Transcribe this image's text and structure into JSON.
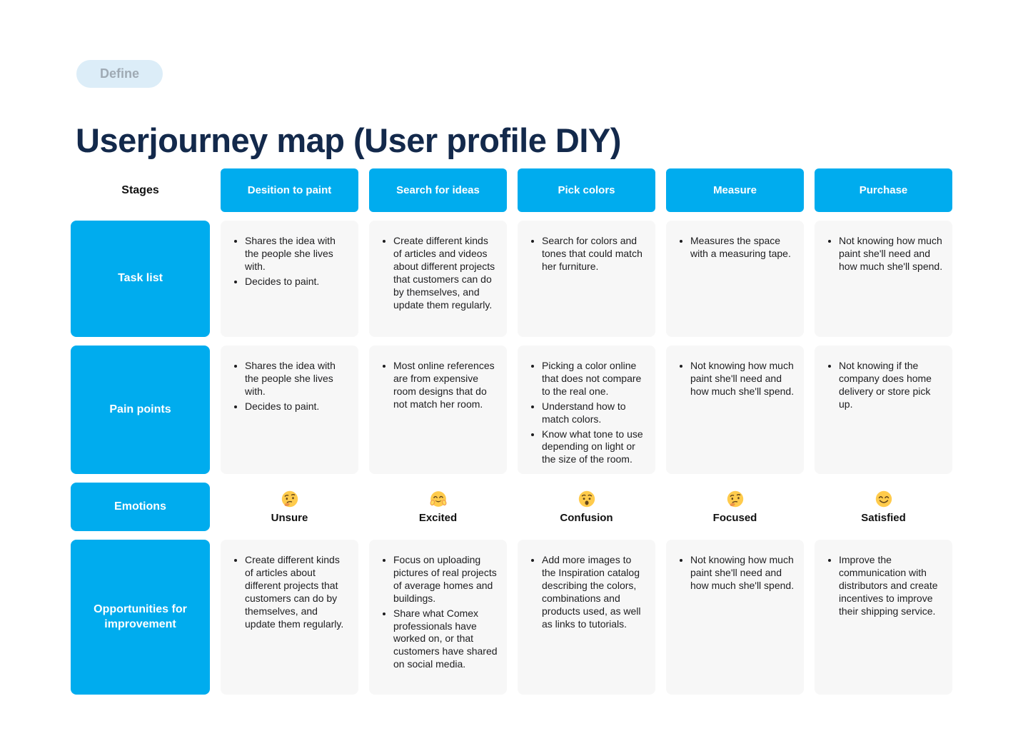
{
  "page": {
    "badge": "Define",
    "title": "Userjourney map (User profile DIY)"
  },
  "colors": {
    "accent": "#00ACEE",
    "cell_bg": "#F7F7F7",
    "title_navy": "#13294B",
    "badge_bg": "#DCEDF8",
    "badge_text": "#9FAAB4"
  },
  "table": {
    "stages_label": "Stages",
    "stages": [
      "Desition to paint",
      "Search for ideas",
      "Pick colors",
      "Measure",
      "Purchase"
    ],
    "task_list": {
      "label": "Task list",
      "cells": [
        {
          "bullets": [
            "Shares the idea with the people she lives with.",
            "Decides to paint."
          ]
        },
        {
          "bullets": [
            "Create different kinds of articles and videos about different projects that customers can do by themselves, and update them regularly."
          ]
        },
        {
          "bullets": [
            "Search for colors and tones that could match her furniture."
          ]
        },
        {
          "bullets": [
            "Measures the space with a measuring tape."
          ]
        },
        {
          "bullets": [
            "Not knowing how much paint she'll need and how much she'll spend."
          ]
        }
      ]
    },
    "pain_points": {
      "label": "Pain points",
      "cells": [
        {
          "bullets": [
            "Shares the idea with the people she lives with.",
            "Decides to paint."
          ]
        },
        {
          "bullets": [
            "Most online references are from expensive room designs that do not match her room."
          ]
        },
        {
          "bullets": [
            "Picking a color online that does not compare to the real one.",
            "Understand how to match colors.",
            "Know what tone to use depending on light or the size of the room."
          ]
        },
        {
          "bullets": [
            "Not knowing how much paint she'll need and how much she'll spend."
          ]
        },
        {
          "bullets": [
            "Not knowing if the company does home delivery or store pick up."
          ]
        }
      ]
    },
    "emotions": {
      "label": "Emotions",
      "items": [
        {
          "icon": "thinking-face",
          "emoji": "🤔",
          "label": "Unsure"
        },
        {
          "icon": "hugging-face",
          "emoji": "🤗",
          "label": "Excited"
        },
        {
          "icon": "anguished-face",
          "emoji": "😧",
          "label": "Confusion"
        },
        {
          "icon": "thinking-face",
          "emoji": "🤔",
          "label": "Focused"
        },
        {
          "icon": "smiling-face-with-smiling-eyes",
          "emoji": "😊",
          "label": "Satisfied"
        }
      ]
    },
    "opportunities": {
      "label": "Opportunities for improvement",
      "cells": [
        {
          "bullets": [
            "Create different kinds of articles about different projects that customers can do by themselves, and update them regularly."
          ]
        },
        {
          "bullets": [
            "Focus on uploading pictures of real projects of average homes and buildings.",
            "Share what Comex professionals have worked on, or that customers have shared on social media."
          ]
        },
        {
          "bullets": [
            "Add more images to the Inspiration catalog describing the colors, combinations and products used, as well as links to tutorials."
          ]
        },
        {
          "bullets": [
            "Not knowing how much paint she'll need and how much she'll spend."
          ]
        },
        {
          "bullets": [
            "Improve the communication with distributors and create incentives to improve their shipping service."
          ]
        }
      ]
    }
  }
}
